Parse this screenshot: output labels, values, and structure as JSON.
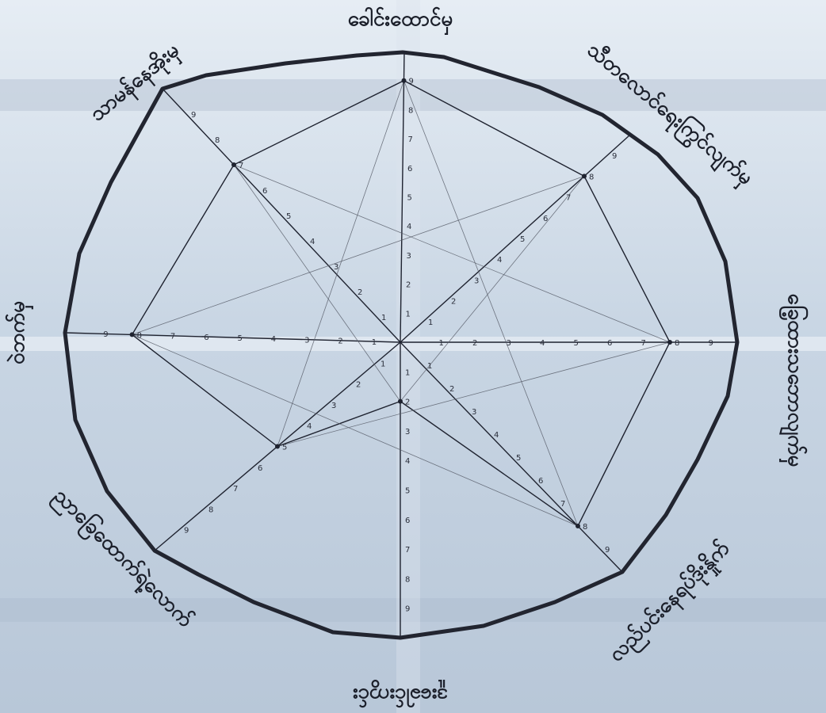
{
  "diagram": {
    "title": "",
    "direction_labels": {
      "north": "ခေါင်းထောင်မှ",
      "northeast": "သီတလောင်ရေးကြွင်လျက်မှ",
      "east": "ခြေ့ထားသဘောလျက်မှ",
      "southeast": "လည်ပင်းနေရပ်ဒိုးနှိုက်",
      "south": "ဒူးခေါင်းကွင်း",
      "southwest": "ညာခြေထောက်ရဲ့လောက်",
      "west": "ဝဲဘက်မှ",
      "northwest": "သာမန်နေအိုးမှ"
    },
    "scale_max": 9,
    "scale_ticks": [
      "1",
      "2",
      "3",
      "4",
      "5",
      "6",
      "7",
      "8",
      "9"
    ],
    "polygon_levels": {
      "north": 9,
      "northeast": 8,
      "east": 8,
      "southeast": 8,
      "south": 2,
      "southwest": 5,
      "west": 8,
      "northwest": 7
    },
    "colors": {
      "paper": "#cfdbe8",
      "ink": "#1f2330",
      "pencil": "#555a66",
      "outline": "#222530"
    }
  }
}
